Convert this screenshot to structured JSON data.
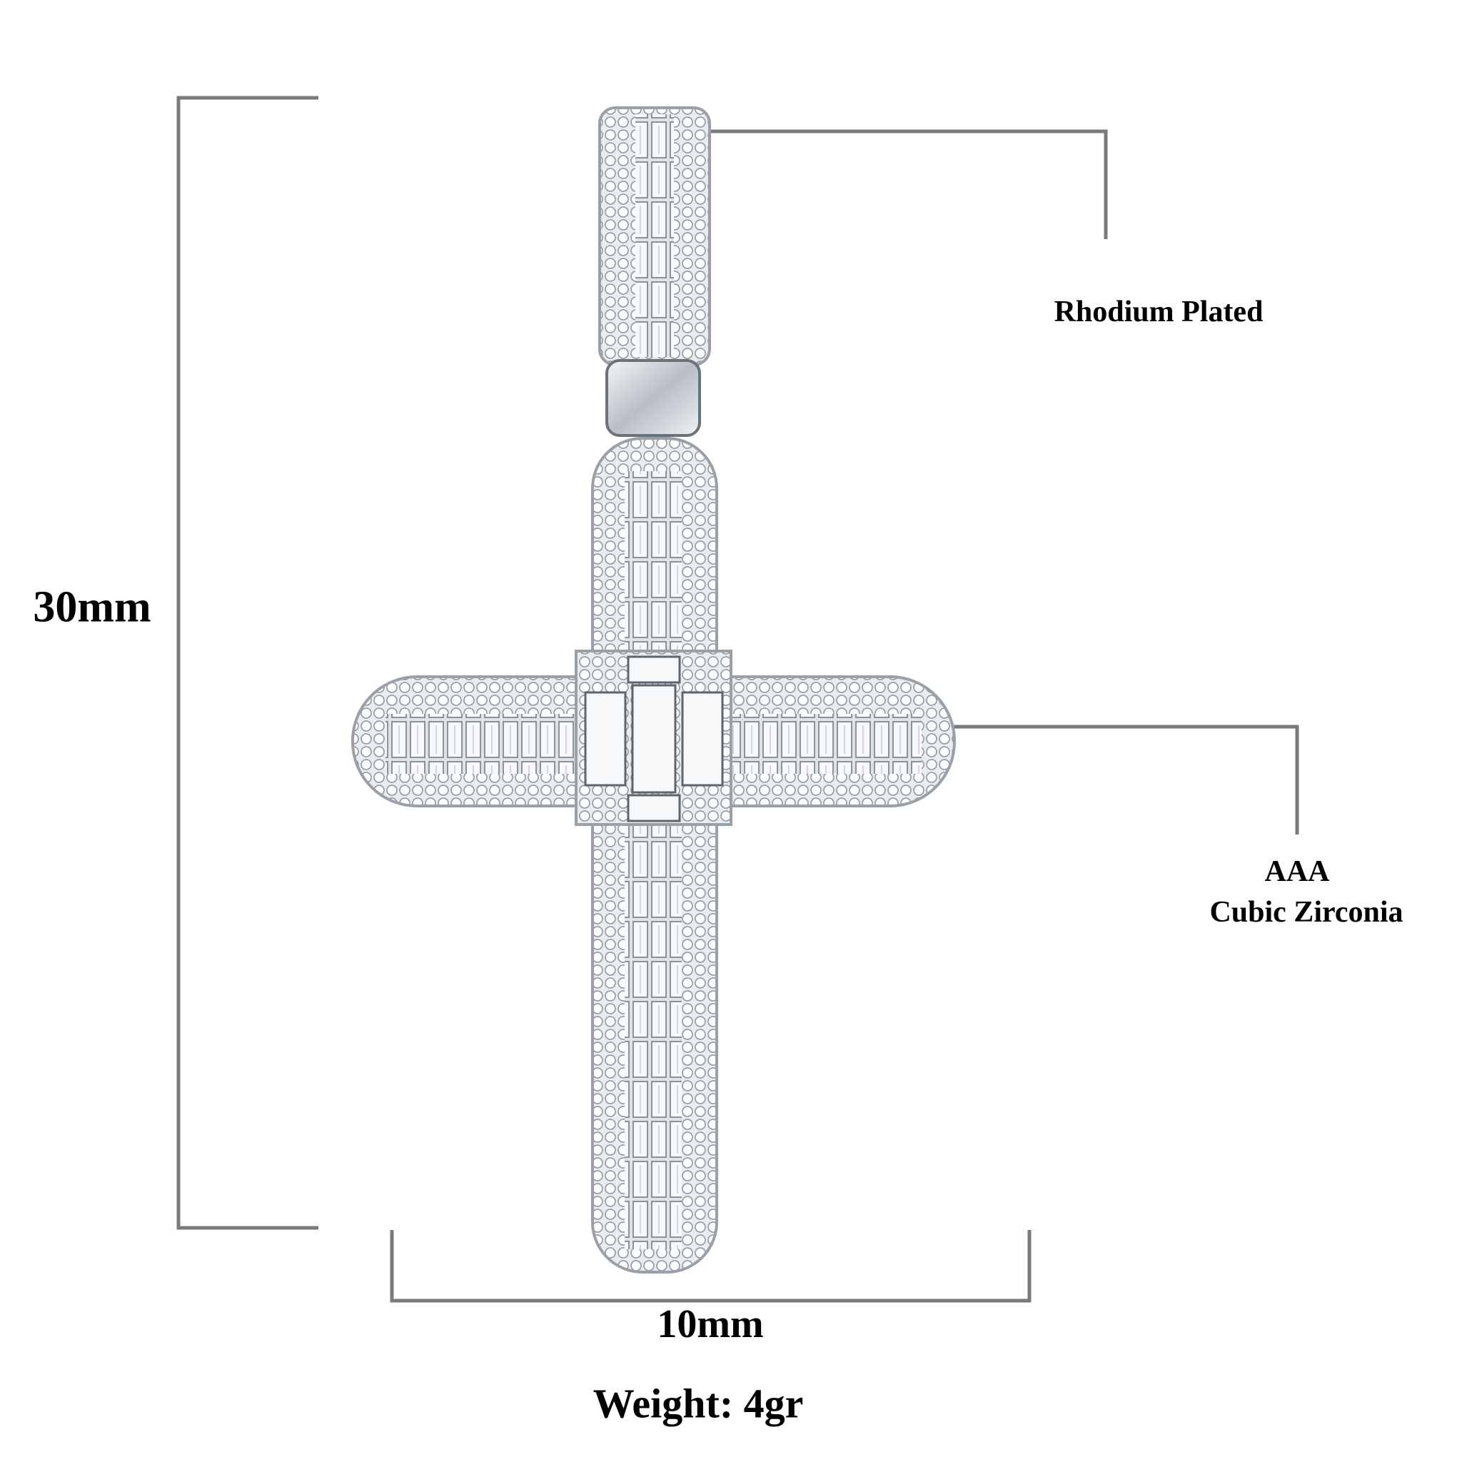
{
  "dimensions": {
    "height": "30mm",
    "width": "10mm"
  },
  "features": {
    "plating": "Rhodium Plated",
    "stone_grade": "AAA",
    "stone_type": "Cubic Zirconia"
  },
  "weight": "Weight: 4gr",
  "colors": {
    "line": "#7a7a7a",
    "metal": "#c8ccd2",
    "text": "#000000"
  }
}
